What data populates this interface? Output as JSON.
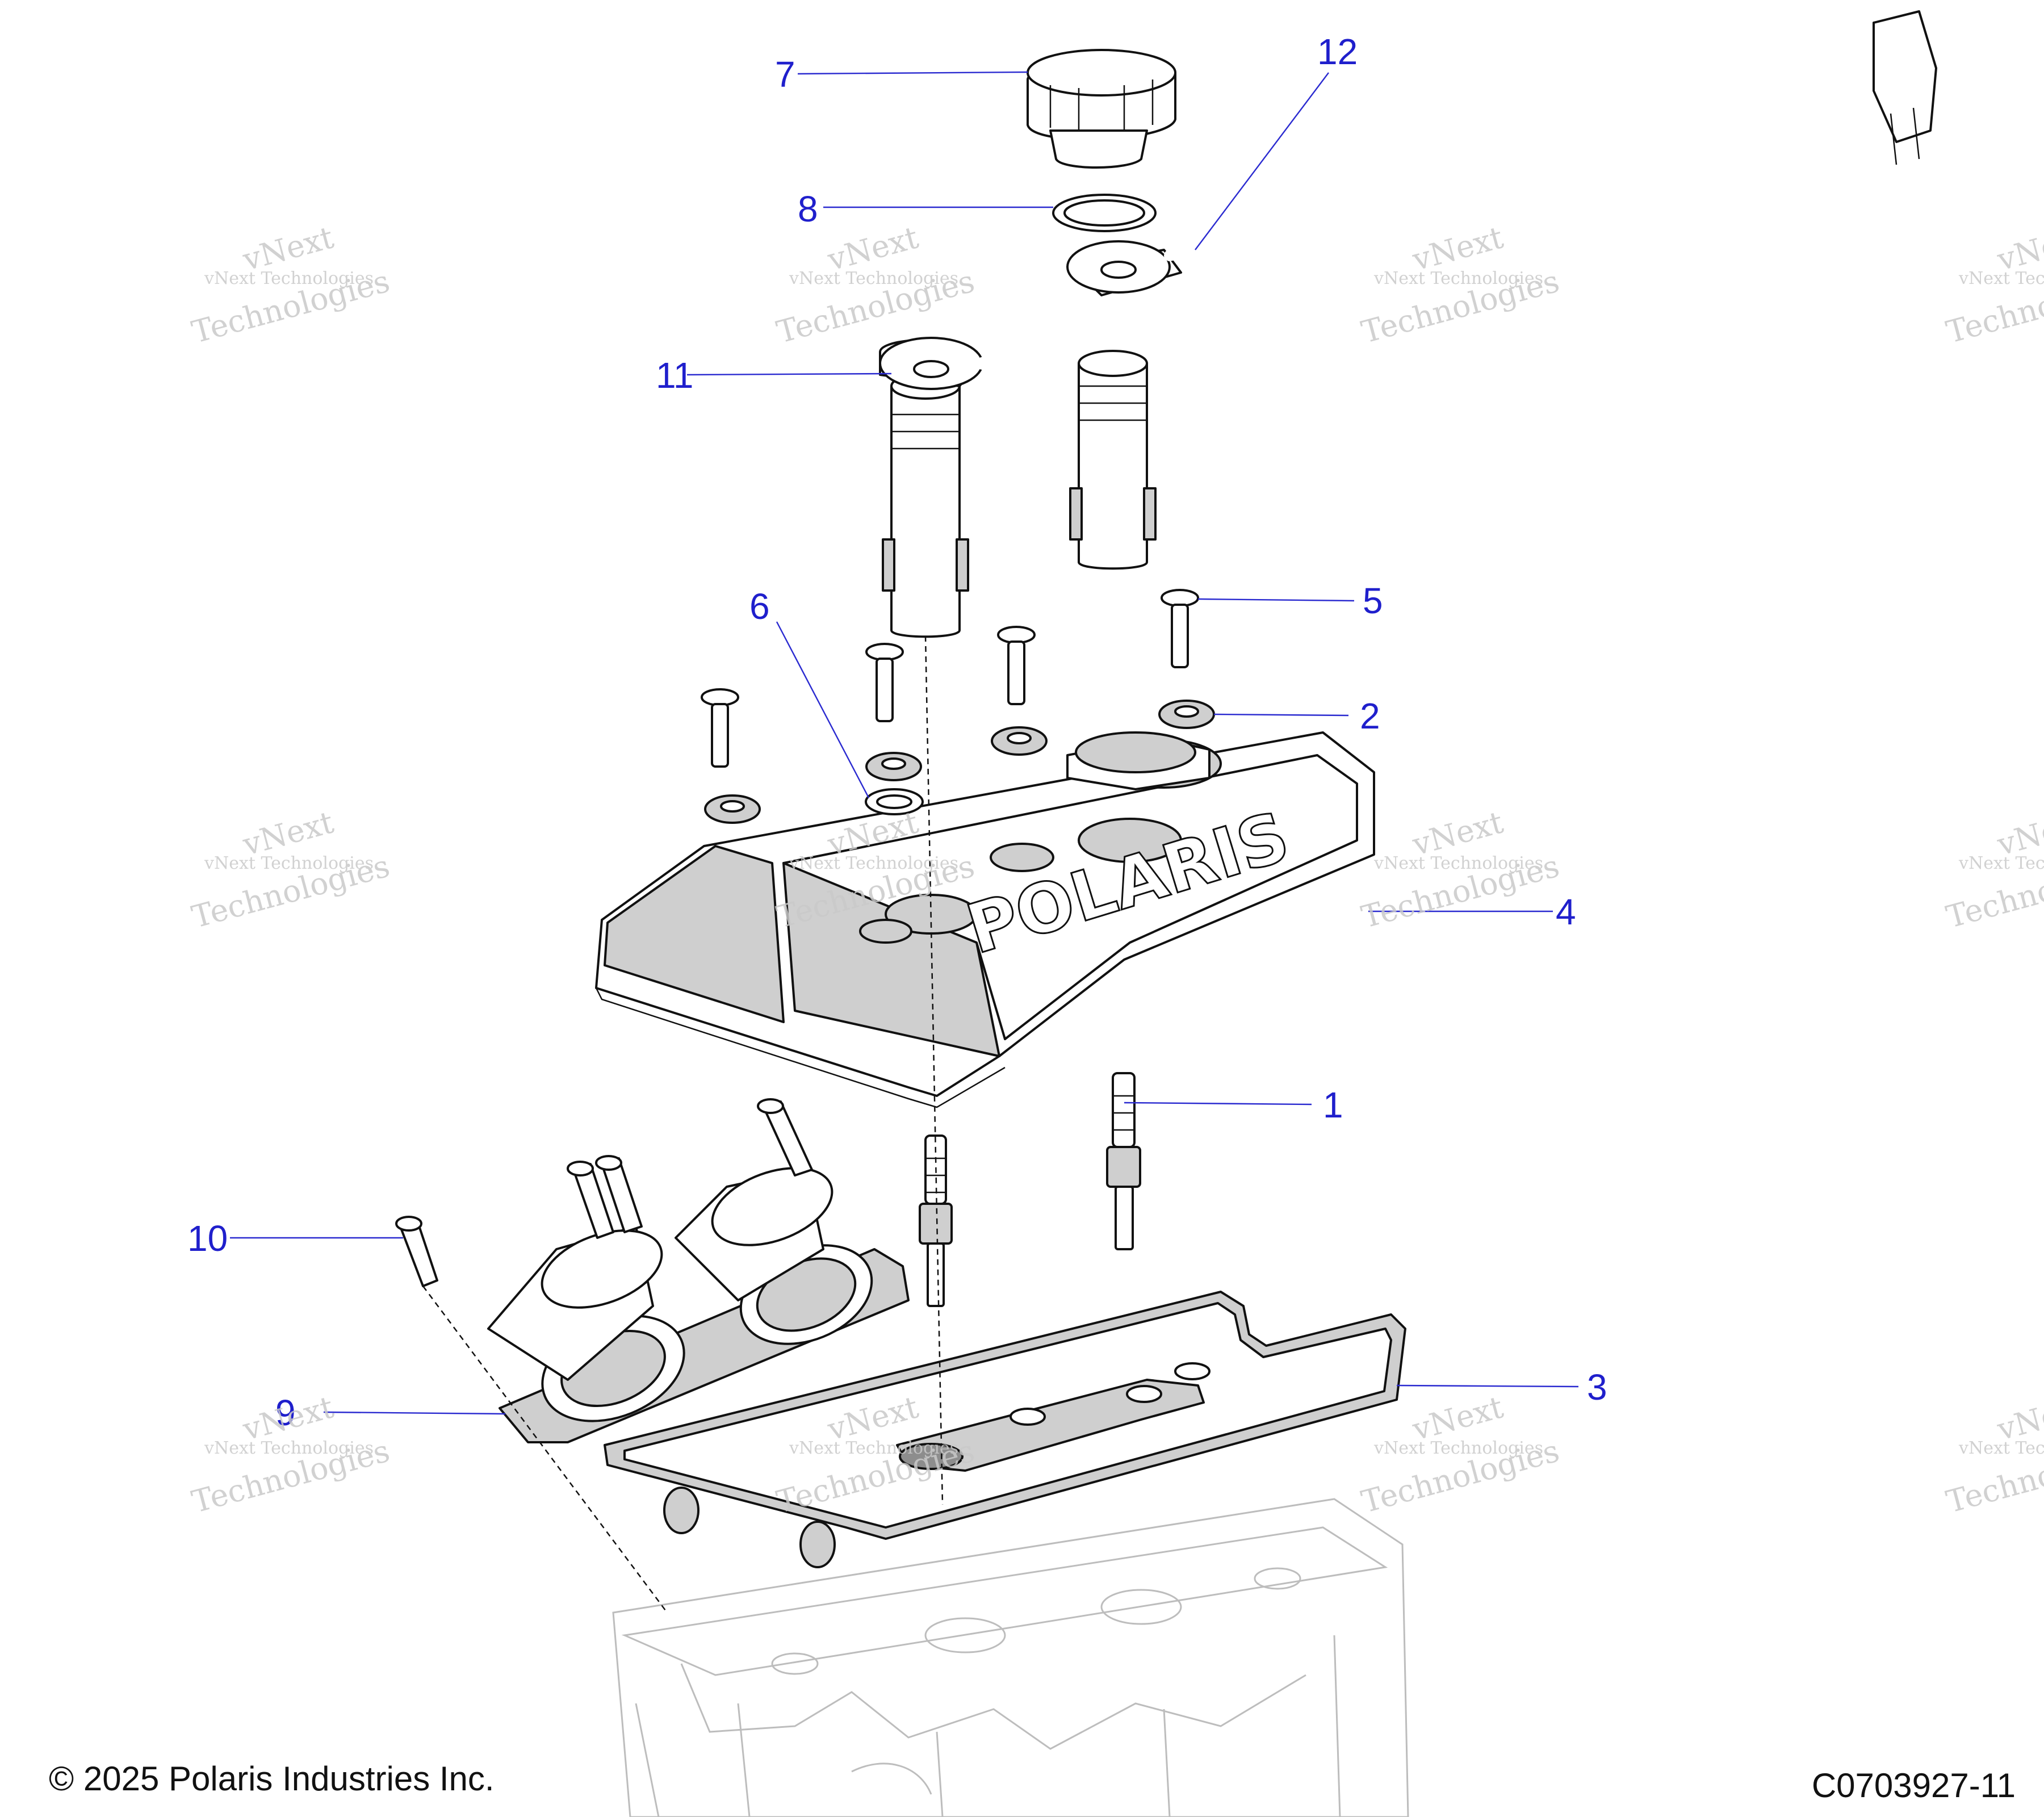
{
  "callouts": {
    "c1": "1",
    "c2": "2",
    "c3": "3",
    "c4": "4",
    "c5": "5",
    "c6": "6",
    "c7": "7",
    "c8": "8",
    "c9": "9",
    "c10": "10",
    "c11": "11",
    "c12": "12"
  },
  "parts": {
    "spark_plug": "spark-plug",
    "washer": "washer",
    "valve_cover_gasket": "valve-cover-gasket",
    "valve_cover": "valve-cover",
    "bolt": "shoulder-bolt",
    "seal_washer": "seal-washer",
    "oil_fill_cap": "oil-fill-cap",
    "o_ring": "o-ring",
    "intake_boot": "intake-boot",
    "intake_bolt": "intake-bolt",
    "ignition_coil": "ignition-coil",
    "coil_harness": "coil-harness"
  },
  "cover_logo": "POLARIS",
  "watermark": {
    "line1": "vNext",
    "line2": "vNext Technologies",
    "line3": "Technologies"
  },
  "footer": {
    "copyright": "© 2025 Polaris Industries Inc.",
    "drawing_id": "C0703927-11"
  },
  "colors": {
    "callout": "#1f1fcc",
    "line": "#111111",
    "shade": "#cfcfcf",
    "ghost": "#bdbdbd",
    "watermark": "#c9c9c9"
  }
}
